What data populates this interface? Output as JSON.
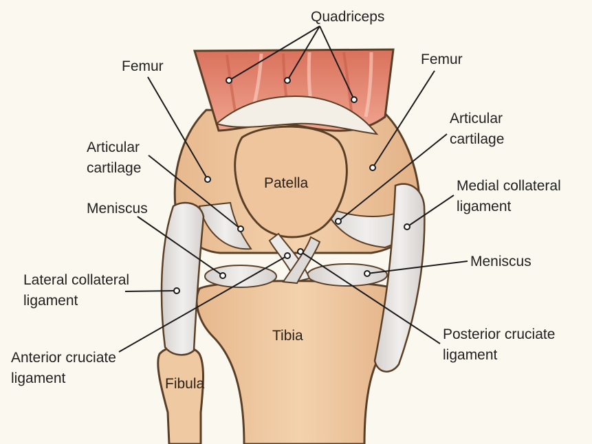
{
  "labels": {
    "quadriceps": "Quadriceps",
    "femur_left": "Femur",
    "femur_right": "Femur",
    "articular_left_1": "Articular",
    "articular_left_2": "cartilage",
    "articular_right_1": "Articular",
    "articular_right_2": "cartilage",
    "medial_1": "Medial collateral",
    "medial_2": "ligament",
    "meniscus_left": "Meniscus",
    "meniscus_right": "Meniscus",
    "lateral_1": "Lateral collateral",
    "lateral_2": "ligament",
    "anterior_1": "Anterior cruciate",
    "anterior_2": "ligament",
    "posterior_1": "Posterior cruciate",
    "posterior_2": "ligament",
    "patella": "Patella",
    "tibia": "Tibia",
    "fibula": "Fibula"
  },
  "colors": {
    "background": "#fbf8ef",
    "bone": "#f0c9a0",
    "bone_dark": "#d9a679",
    "outline": "#5a3f26",
    "muscle": "#e58b75",
    "cartilage": "#e4e1df",
    "leader": "#1a1a1a"
  }
}
